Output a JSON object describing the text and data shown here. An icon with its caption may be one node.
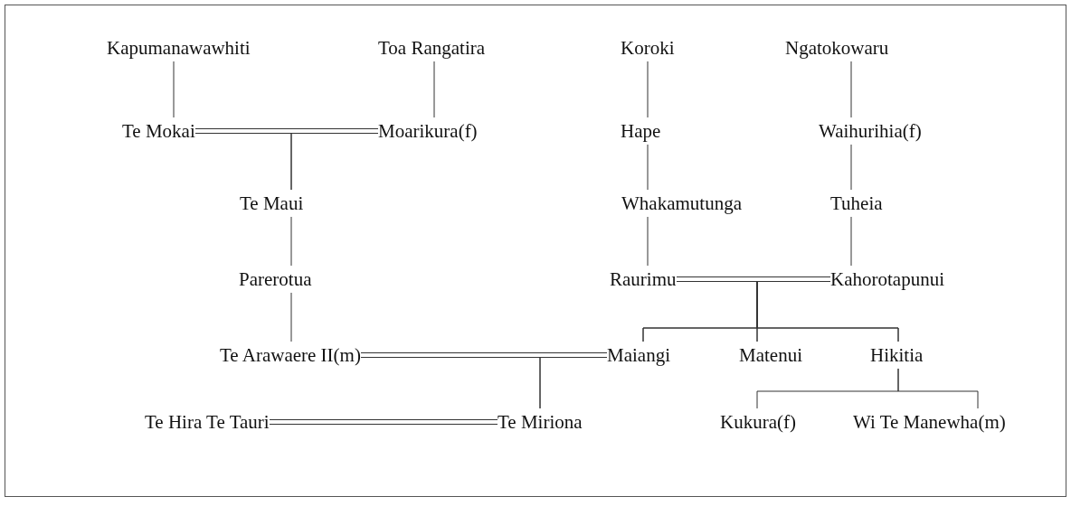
{
  "diagram": {
    "nodes": [
      {
        "text": [
          "Kapumanawawhiti"
        ]
      },
      {
        "text": [
          "Toa Rangatira"
        ]
      },
      {
        "text": [
          "Koroki"
        ]
      },
      {
        "text": [
          "Ngatokowaru"
        ]
      },
      {
        "text": [
          "Te Mokai"
        ]
      },
      {
        "text": [
          "Moarikura(f)"
        ]
      },
      {
        "text": [
          "Hape"
        ]
      },
      {
        "text": [
          "Waihurihia(f)"
        ]
      },
      {
        "text": [
          "Te Maui"
        ]
      },
      {
        "text": [
          "Whakamutunga"
        ]
      },
      {
        "text": [
          "Tuheia"
        ]
      },
      {
        "text": [
          "Parerotua"
        ]
      },
      {
        "text": [
          "Raurimu"
        ]
      },
      {
        "text": [
          "Kahorotapunui"
        ]
      },
      {
        "text": [
          "Te Arawaere II(m)"
        ]
      },
      {
        "text": [
          "Maiangi"
        ]
      },
      {
        "text": [
          "Matenui"
        ]
      },
      {
        "text": [
          "Hikitia"
        ]
      },
      {
        "text": [
          "Te Hira Te Tauri"
        ]
      },
      {
        "text": [
          "Te Miriona"
        ]
      },
      {
        "text": [
          "Kukura(f)"
        ]
      },
      {
        "text": [
          "Wi Te Manewha(m)"
        ]
      }
    ],
    "edges": [
      {
        "from": 0,
        "to": 4,
        "arrow": "none"
      },
      {
        "from": 1,
        "to": 5,
        "arrow": "none"
      },
      {
        "from": 2,
        "to": 6,
        "arrow": "none"
      },
      {
        "from": 3,
        "to": 7,
        "arrow": "none"
      },
      {
        "from": 4,
        "to": 5,
        "arrow": "none"
      },
      {
        "from": 4,
        "to": 8,
        "arrow": "none"
      },
      {
        "from": 5,
        "to": 8,
        "arrow": "none"
      },
      {
        "from": 6,
        "to": 9,
        "arrow": "none"
      },
      {
        "from": 7,
        "to": 10,
        "arrow": "none"
      },
      {
        "from": 8,
        "to": 11,
        "arrow": "none"
      },
      {
        "from": 9,
        "to": 12,
        "arrow": "none"
      },
      {
        "from": 10,
        "to": 13,
        "arrow": "none"
      },
      {
        "from": 11,
        "to": 14,
        "arrow": "none"
      },
      {
        "from": 12,
        "to": 13,
        "arrow": "none"
      },
      {
        "from": 12,
        "to": 15,
        "arrow": "none"
      },
      {
        "from": 13,
        "to": 15,
        "arrow": "none"
      },
      {
        "from": 12,
        "to": 16,
        "arrow": "none"
      },
      {
        "from": 13,
        "to": 16,
        "arrow": "none"
      },
      {
        "from": 12,
        "to": 17,
        "arrow": "none"
      },
      {
        "from": 13,
        "to": 17,
        "arrow": "none"
      },
      {
        "from": 14,
        "to": 15,
        "arrow": "none"
      },
      {
        "from": 14,
        "to": 19,
        "arrow": "none"
      },
      {
        "from": 15,
        "to": 19,
        "arrow": "none"
      },
      {
        "from": 18,
        "to": 19,
        "arrow": "none"
      },
      {
        "from": 17,
        "to": 20,
        "arrow": "none"
      },
      {
        "from": 17,
        "to": 21,
        "arrow": "none"
      }
    ]
  }
}
